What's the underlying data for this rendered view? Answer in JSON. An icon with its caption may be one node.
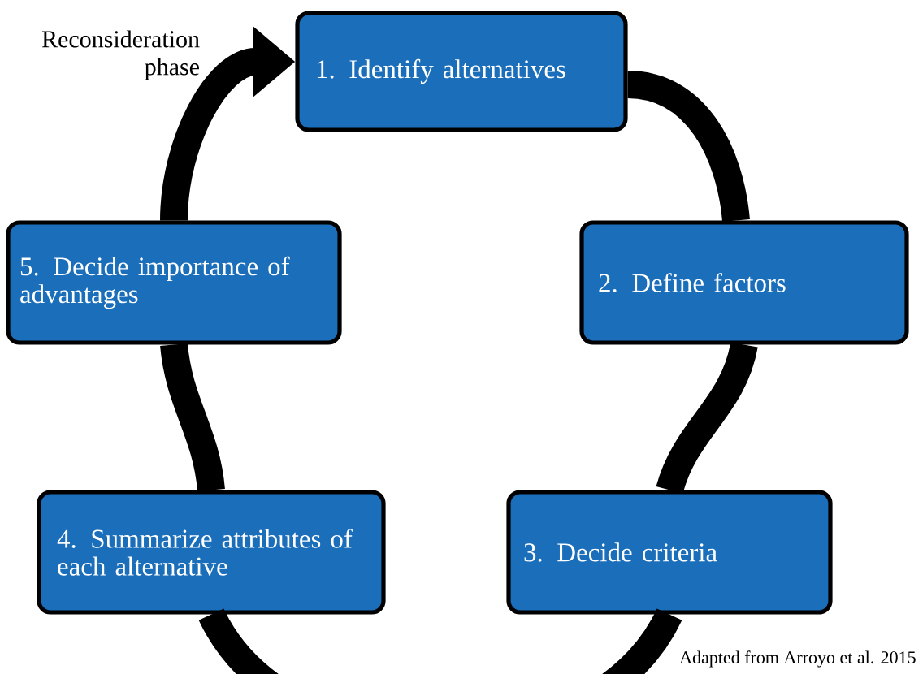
{
  "diagram": {
    "caption": "Adapted from Arroyo et al. 2015",
    "nodes": [
      {
        "text": [
          "1. Identify alternatives"
        ]
      },
      {
        "text": [
          "2. Define factors"
        ]
      },
      {
        "text": [
          "3. Decide criteria"
        ]
      },
      {
        "text": [
          "4. Summarize attributes of each alternative"
        ]
      },
      {
        "text": [
          "5. Decide importance of advantages"
        ]
      }
    ],
    "edges": [
      {
        "from": 0,
        "to": 1,
        "arrow": "none"
      },
      {
        "from": 1,
        "to": 2,
        "arrow": "none"
      },
      {
        "from": 2,
        "to": 3,
        "arrow": "none"
      },
      {
        "from": 3,
        "to": 4,
        "arrow": "none"
      },
      {
        "from": 4,
        "to": 0,
        "arrow": "to",
        "label": "Reconsideration phase"
      }
    ]
  }
}
